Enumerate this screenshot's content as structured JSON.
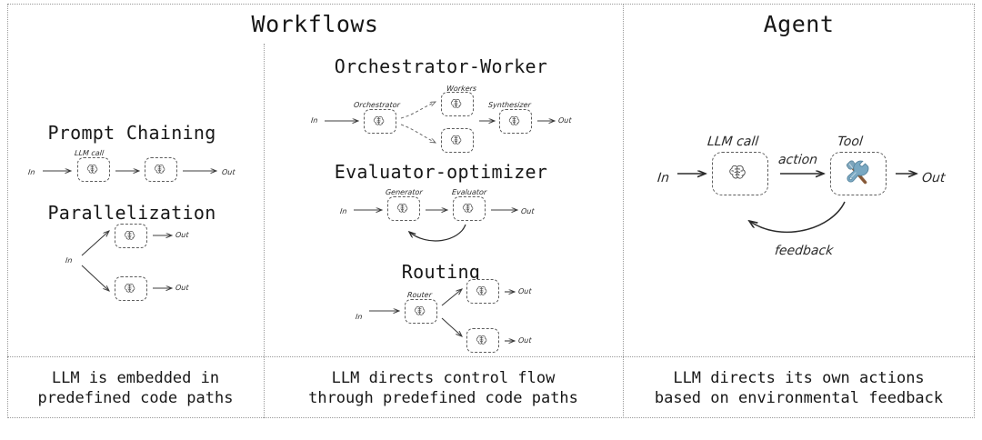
{
  "figure": {
    "columns": [
      {
        "id": "workflows",
        "header": "Workflows",
        "caption_line1": "LLM is embedded in",
        "caption_line2": "predefined code paths"
      },
      {
        "id": "workflows2",
        "header": "",
        "caption_line1": "LLM directs control flow",
        "caption_line2": "through predefined code paths"
      },
      {
        "id": "agent",
        "header": "Agent",
        "caption_line1": "LLM directs its own actions",
        "caption_line2": "based on environmental feedback"
      }
    ],
    "patterns": [
      {
        "id": "prompt-chaining",
        "title": "Prompt Chaining",
        "nodes": [
          {
            "label": "LLM call",
            "icon": "brain-icon"
          },
          {
            "label": "",
            "icon": "brain-icon"
          }
        ],
        "in_label": "In",
        "out_label": "Out"
      },
      {
        "id": "parallelization",
        "title": "Parallelization",
        "nodes": [
          {
            "label": "",
            "icon": "brain-icon"
          },
          {
            "label": "",
            "icon": "brain-icon"
          }
        ],
        "in_label": "In",
        "out_label": "Out",
        "out_label_2": "Out"
      },
      {
        "id": "orchestrator-worker",
        "title": "Orchestrator-Worker",
        "nodes": [
          {
            "label": "Orchestrator",
            "icon": "brain-icon"
          },
          {
            "label": "Workers",
            "icon": "brain-icon"
          },
          {
            "label": "",
            "icon": "brain-icon"
          },
          {
            "label": "Synthesizer",
            "icon": "brain-icon"
          }
        ],
        "in_label": "In",
        "out_label": "Out"
      },
      {
        "id": "evaluator-optimizer",
        "title": "Evaluator-optimizer",
        "nodes": [
          {
            "label": "Generator",
            "icon": "brain-icon"
          },
          {
            "label": "Evaluator",
            "icon": "brain-icon"
          }
        ],
        "in_label": "In",
        "out_label": "Out"
      },
      {
        "id": "routing",
        "title": "Routing",
        "nodes": [
          {
            "label": "Router",
            "icon": "brain-icon"
          },
          {
            "label": "",
            "icon": "brain-icon"
          },
          {
            "label": "",
            "icon": "brain-icon"
          }
        ],
        "in_label": "In",
        "out_label": "Out",
        "out_label_2": "Out"
      },
      {
        "id": "agent-loop",
        "title": "",
        "nodes": [
          {
            "label": "LLM call",
            "icon": "brain-icon"
          },
          {
            "label": "Tool",
            "icon": "hammer-wrench-icon"
          }
        ],
        "in_label": "In",
        "out_label": "Out",
        "edge_label_action": "action",
        "edge_label_feedback": "feedback"
      }
    ],
    "colors": {
      "border": "#9a9a9a",
      "node_border": "#5d5d5d",
      "arrow": "#3c3c3c",
      "text": "#171717",
      "tool_wrench": "#6f9bb5",
      "tool_handle": "#8b5e3c"
    }
  }
}
